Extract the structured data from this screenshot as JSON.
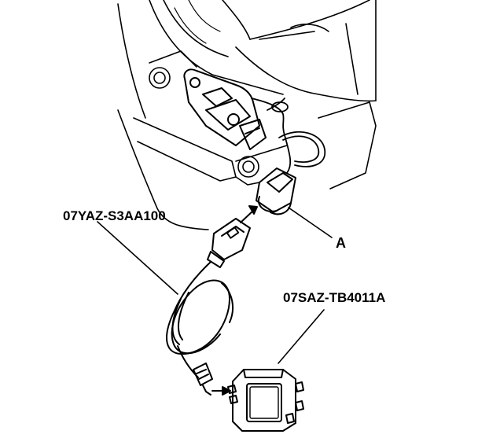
{
  "labels": {
    "tool_adapter": "07YAZ-S3AA100",
    "tool_simulator": "07SAZ-TB4011A",
    "connector_callout": "A"
  },
  "colors": {
    "ink": "#000000",
    "paper": "#ffffff"
  },
  "icons": {
    "sensor": "side-impact-sensor-icon",
    "connector": "harness-connector-icon",
    "adapter_plug": "adapter-plug-icon",
    "simulator_box": "srs-simulator-icon"
  }
}
